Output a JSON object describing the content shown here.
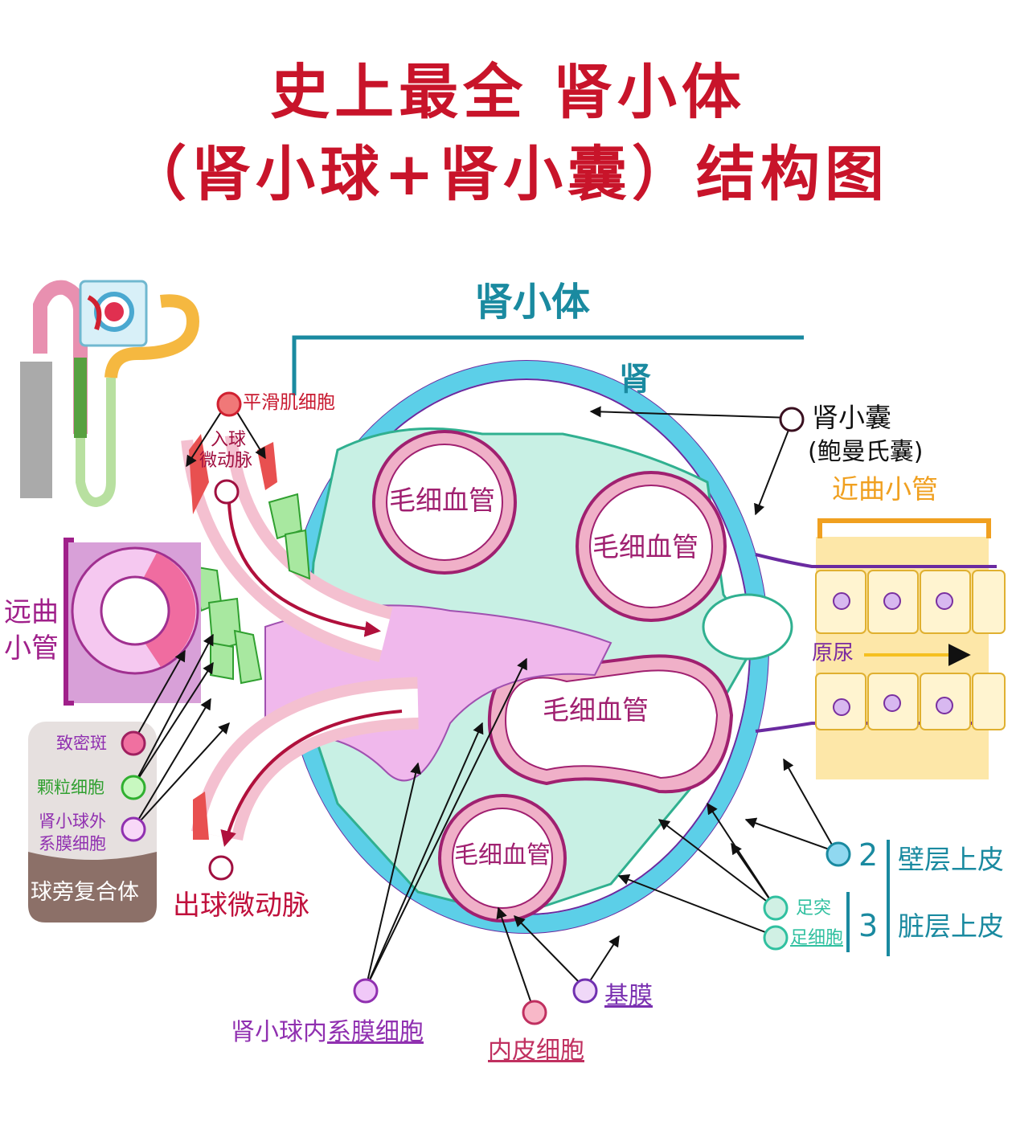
{
  "title": {
    "line1": "史上最全 肾小体",
    "line2": "（肾小球+肾小囊）结构图"
  },
  "header_label": "肾小体",
  "hidden_label": "肾",
  "labels": {
    "smooth_muscle": "平滑肌细胞",
    "afferent": "入球\n微动脉",
    "afferent_l1": "入球",
    "afferent_l2": "微动脉",
    "distal_tubule_l1": "远曲",
    "distal_tubule_l2": "小管",
    "efferent": "出球微动脉",
    "capillary": "毛细血管",
    "capsule_l1": "肾小囊",
    "capsule_l2": "(鲍曼氏囊)",
    "proximal_tubule": "近曲小管",
    "primary_urine": "原尿",
    "parietal_num": "2",
    "parietal": "壁层上皮",
    "visceral_num": "3",
    "visceral": "脏层上皮",
    "foot_process": "足突",
    "podocyte": "足细胞",
    "basement": "基膜",
    "endothelial": "内皮细胞",
    "mesangial_prefix": "肾小球内",
    "mesangial_suffix": "系膜细胞"
  },
  "jga": {
    "title": "球旁复合体",
    "items": [
      {
        "label": "致密斑",
        "color": "#e8508a"
      },
      {
        "label": "颗粒细胞",
        "color": "#3cb43c"
      },
      {
        "label": "肾小球外\n系膜细胞",
        "l1": "肾小球外",
        "l2": "系膜细胞",
        "color": "#9b30b0"
      }
    ]
  },
  "colors": {
    "title": "#c8142a",
    "teal": "#1a8aa0",
    "purple": "#8a2aa0",
    "red": "#c0143c",
    "orange": "#f0a020",
    "green": "#30b030",
    "mint": "#30c0a0"
  }
}
